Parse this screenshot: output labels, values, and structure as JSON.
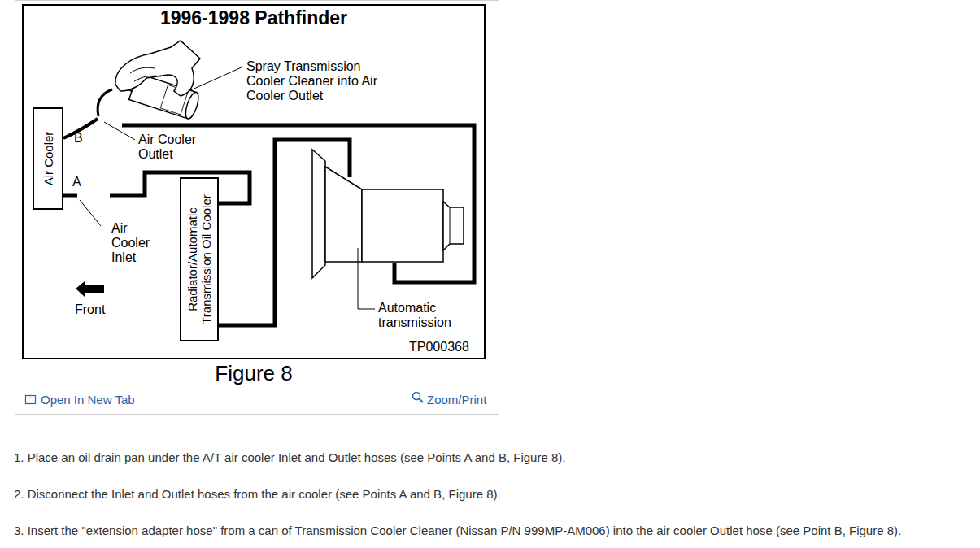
{
  "diagram": {
    "title": "1996-1998 Pathfinder",
    "caption": "Figure 8",
    "nodes": [
      {
        "text": [
          "Air Cooler"
        ]
      },
      {
        "text": [
          "Radiator/Automatic Transmission Oil Cooler"
        ]
      }
    ],
    "edges": [
      {
        "from": 0,
        "to": 1,
        "arrow": "none"
      }
    ],
    "labels": [
      "Spray Transmission Cooler Cleaner into Air Cooler Outlet",
      "B",
      "Air Cooler Outlet",
      "A",
      "Air Cooler Inlet",
      "Front",
      "Automatic transmission",
      "TP000368",
      "Open In New Tab",
      "Zoom/Print",
      "1. Place an oil drain pan under the A/T air cooler Inlet and Outlet hoses (see Points A and B, Figure 8).",
      "2. Disconnect the Inlet and Outlet hoses from the air cooler (see Points A and B, Figure 8).",
      "3. Insert the \"extension adapter hose\" from a can of Transmission Cooler Cleaner (Nissan P/N 999MP-AM006) into the air cooler Outlet hose (see Point B, Figure 8)."
    ]
  }
}
